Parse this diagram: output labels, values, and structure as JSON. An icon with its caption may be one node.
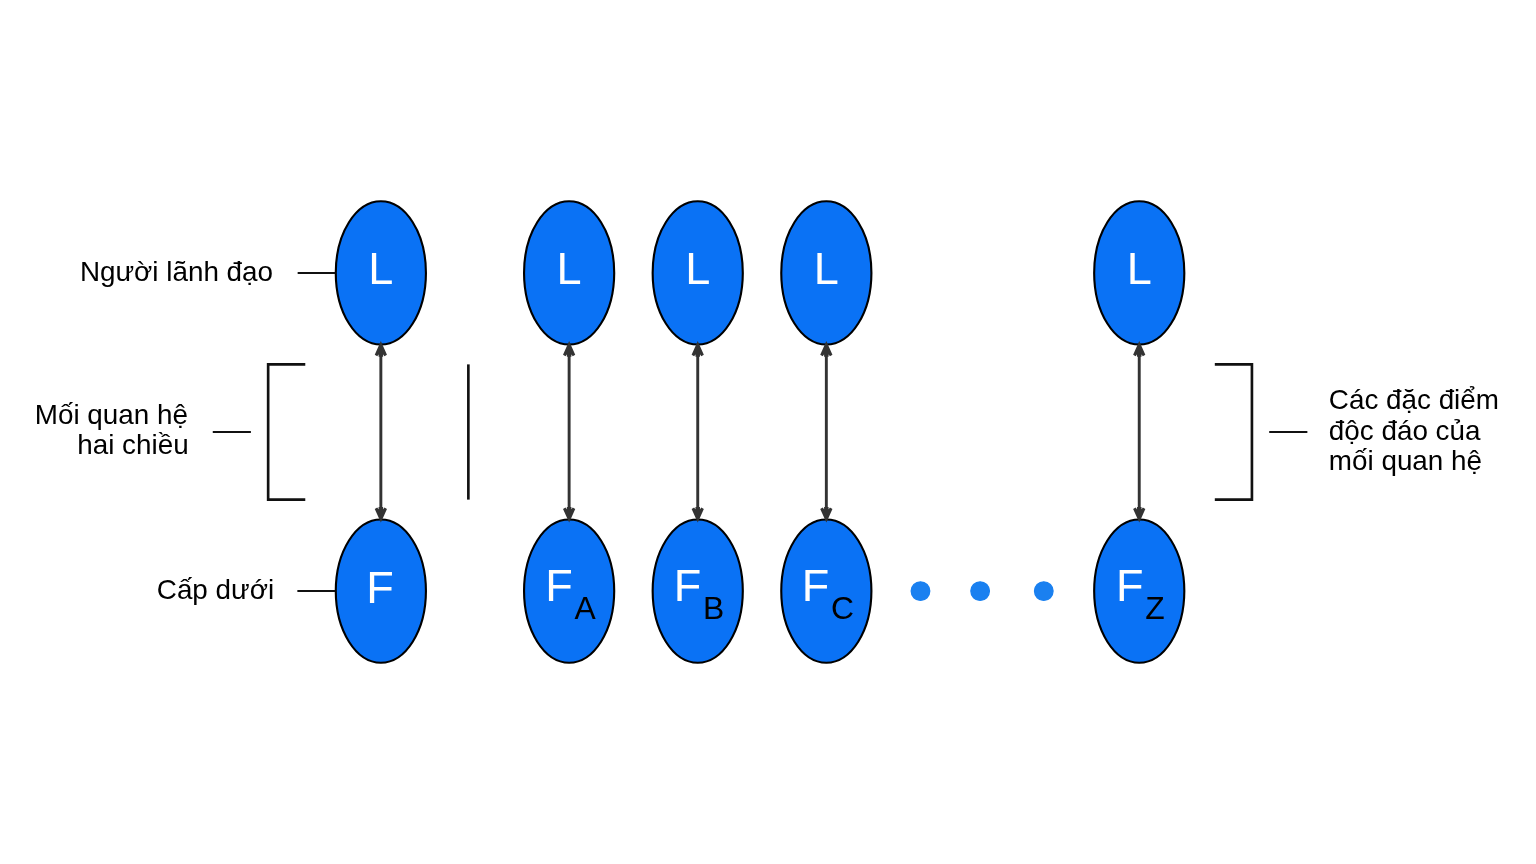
{
  "diagram": {
    "nodes": [
      {
        "text": [
          "Người lãnh đạo"
        ]
      },
      {
        "text": [
          "L"
        ]
      },
      {
        "text": [
          "L"
        ]
      },
      {
        "text": [
          "L"
        ]
      },
      {
        "text": [
          "L"
        ]
      },
      {
        "text": [
          "L"
        ]
      },
      {
        "text": [
          "Mối quan hệ hai chiều"
        ]
      },
      {
        "text": [
          "Các đặc điểm độc đáo của mối quan hệ"
        ]
      },
      {
        "text": [
          "Cấp dưới"
        ]
      },
      {
        "text": [
          "F"
        ]
      },
      {
        "text": [
          "F$_{A}$"
        ]
      },
      {
        "text": [
          "F$_{B}$"
        ]
      },
      {
        "text": [
          "F$_{C}$"
        ]
      },
      {
        "text": [],
        "shape": "circle"
      },
      {
        "text": [],
        "shape": "circle"
      },
      {
        "text": [],
        "shape": "circle"
      },
      {
        "text": [
          "F$_{Z}$"
        ]
      }
    ],
    "edges": [
      {
        "from": 0,
        "to": 1,
        "arrow": "none"
      },
      {
        "from": 6,
        "to": null,
        "arrow": "none"
      },
      {
        "from": null,
        "to": 7,
        "arrow": "none"
      },
      {
        "from": 8,
        "to": 9,
        "arrow": "none"
      },
      {
        "from": 1,
        "to": 9,
        "arrow": "both"
      },
      {
        "from": 2,
        "to": 10,
        "arrow": "both"
      },
      {
        "from": 3,
        "to": 11,
        "arrow": "both"
      },
      {
        "from": 4,
        "to": 12,
        "arrow": "both"
      },
      {
        "from": 5,
        "to": 16,
        "arrow": "both"
      }
    ]
  }
}
